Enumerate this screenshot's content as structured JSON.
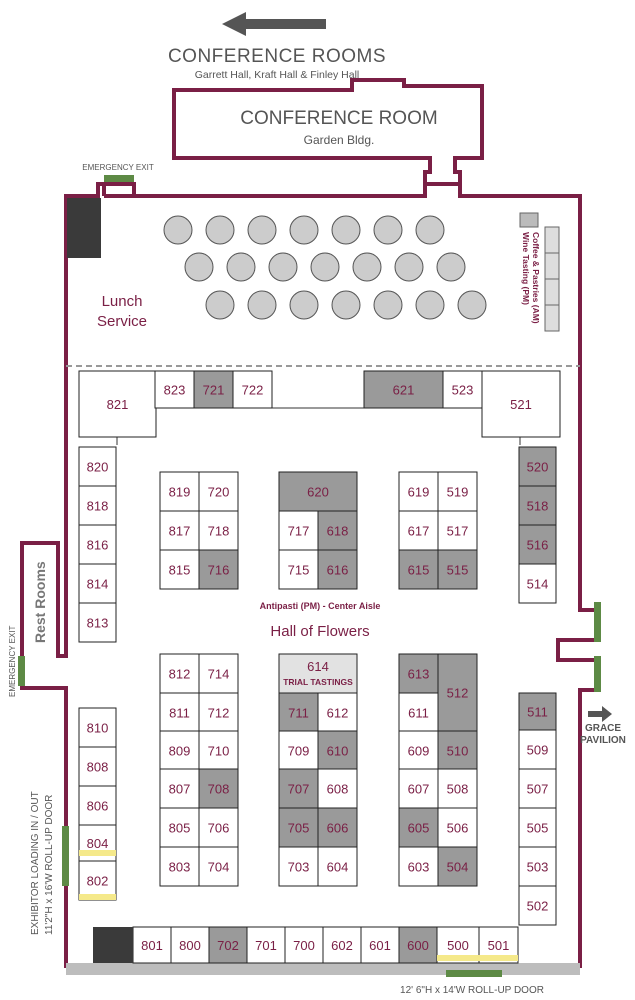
{
  "colors": {
    "wall": "#7a1f45",
    "booth_number": "#7a1f45",
    "shaded": "#9a9a9a",
    "plain": "#ffffff",
    "light": "#e2e2e2",
    "table": "#cccccc",
    "exit": "#5d8a45",
    "highlight": "#f5e98a",
    "dark_block": "#3a3a3a",
    "floor_strip": "#bdbdbd",
    "text_gray": "#555555"
  },
  "labels": {
    "conference_rooms_title": "CONFERENCE ROOMS",
    "conference_rooms_sub": "Garrett Hall, Kraft Hall & Finley Hall",
    "conference_room_title": "CONFERENCE ROOM",
    "conference_room_sub": "Garden Bldg.",
    "emergency_exit_top": "EMERGENCY EXIT",
    "emergency_exit_left": "EMERGENCY EXIT",
    "lunch_service": [
      "Lunch",
      "Service"
    ],
    "coffee_line1": "Coffee & Pastries (AM)",
    "coffee_line2": "Wine Tasting (PM)",
    "rest_rooms": "Rest Rooms",
    "antipasti": "Antipasti (PM) - Center Aisle",
    "hall_of_flowers": "Hall of Flowers",
    "trial_tastings": "TRIAL TASTINGS",
    "grace_pavilion": [
      "GRACE",
      "PAVILION"
    ],
    "exhibitor_loading_1": "EXHIBITOR LOADING IN / OUT",
    "exhibitor_loading_2": "11'2\"H x 16'W   ROLL-UP DOOR",
    "rollup_bottom": "12' 6\"H x 14'W   ROLL-UP DOOR"
  },
  "booths": [
    {
      "num": "821",
      "style": "plain"
    },
    {
      "num": "823",
      "style": "plain"
    },
    {
      "num": "721",
      "style": "shaded"
    },
    {
      "num": "722",
      "style": "plain"
    },
    {
      "num": "621",
      "style": "shaded"
    },
    {
      "num": "523",
      "style": "plain"
    },
    {
      "num": "521",
      "style": "plain"
    },
    {
      "num": "820",
      "style": "plain"
    },
    {
      "num": "818",
      "style": "plain"
    },
    {
      "num": "816",
      "style": "plain"
    },
    {
      "num": "814",
      "style": "plain"
    },
    {
      "num": "813",
      "style": "plain"
    },
    {
      "num": "819",
      "style": "plain"
    },
    {
      "num": "720",
      "style": "plain"
    },
    {
      "num": "817",
      "style": "plain"
    },
    {
      "num": "718",
      "style": "plain"
    },
    {
      "num": "815",
      "style": "plain"
    },
    {
      "num": "716",
      "style": "shaded"
    },
    {
      "num": "620",
      "style": "shaded"
    },
    {
      "num": "717",
      "style": "plain"
    },
    {
      "num": "618",
      "style": "shaded"
    },
    {
      "num": "715",
      "style": "plain"
    },
    {
      "num": "616",
      "style": "shaded"
    },
    {
      "num": "619",
      "style": "plain"
    },
    {
      "num": "519",
      "style": "plain"
    },
    {
      "num": "617",
      "style": "plain"
    },
    {
      "num": "517",
      "style": "plain"
    },
    {
      "num": "615",
      "style": "shaded"
    },
    {
      "num": "515",
      "style": "shaded"
    },
    {
      "num": "520",
      "style": "shaded"
    },
    {
      "num": "518",
      "style": "shaded"
    },
    {
      "num": "516",
      "style": "shaded"
    },
    {
      "num": "514",
      "style": "plain"
    },
    {
      "num": "812",
      "style": "plain"
    },
    {
      "num": "714",
      "style": "plain"
    },
    {
      "num": "811",
      "style": "plain"
    },
    {
      "num": "712",
      "style": "plain"
    },
    {
      "num": "809",
      "style": "plain"
    },
    {
      "num": "710",
      "style": "plain"
    },
    {
      "num": "807",
      "style": "plain"
    },
    {
      "num": "708",
      "style": "shaded"
    },
    {
      "num": "805",
      "style": "plain"
    },
    {
      "num": "706",
      "style": "plain"
    },
    {
      "num": "803",
      "style": "plain"
    },
    {
      "num": "704",
      "style": "plain"
    },
    {
      "num": "614",
      "style": "light"
    },
    {
      "num": "711",
      "style": "shaded"
    },
    {
      "num": "612",
      "style": "plain"
    },
    {
      "num": "709",
      "style": "plain"
    },
    {
      "num": "610",
      "style": "shaded"
    },
    {
      "num": "707",
      "style": "shaded"
    },
    {
      "num": "608",
      "style": "plain"
    },
    {
      "num": "705",
      "style": "shaded"
    },
    {
      "num": "606",
      "style": "shaded"
    },
    {
      "num": "703",
      "style": "plain"
    },
    {
      "num": "604",
      "style": "plain"
    },
    {
      "num": "613",
      "style": "shaded"
    },
    {
      "num": "512",
      "style": "shaded"
    },
    {
      "num": "611",
      "style": "plain"
    },
    {
      "num": "609",
      "style": "plain"
    },
    {
      "num": "510",
      "style": "shaded"
    },
    {
      "num": "607",
      "style": "plain"
    },
    {
      "num": "508",
      "style": "plain"
    },
    {
      "num": "605",
      "style": "shaded"
    },
    {
      "num": "506",
      "style": "plain"
    },
    {
      "num": "603",
      "style": "plain"
    },
    {
      "num": "504",
      "style": "shaded"
    },
    {
      "num": "511",
      "style": "shaded"
    },
    {
      "num": "509",
      "style": "plain"
    },
    {
      "num": "507",
      "style": "plain"
    },
    {
      "num": "505",
      "style": "plain"
    },
    {
      "num": "503",
      "style": "plain"
    },
    {
      "num": "502",
      "style": "plain"
    },
    {
      "num": "810",
      "style": "plain"
    },
    {
      "num": "808",
      "style": "plain"
    },
    {
      "num": "806",
      "style": "plain"
    },
    {
      "num": "804",
      "style": "plain"
    },
    {
      "num": "802",
      "style": "plain"
    },
    {
      "num": "801",
      "style": "plain"
    },
    {
      "num": "800",
      "style": "plain"
    },
    {
      "num": "702",
      "style": "shaded"
    },
    {
      "num": "701",
      "style": "plain"
    },
    {
      "num": "700",
      "style": "plain"
    },
    {
      "num": "602",
      "style": "plain"
    },
    {
      "num": "601",
      "style": "plain"
    },
    {
      "num": "600",
      "style": "shaded"
    },
    {
      "num": "500",
      "style": "plain"
    },
    {
      "num": "501",
      "style": "plain"
    }
  ]
}
